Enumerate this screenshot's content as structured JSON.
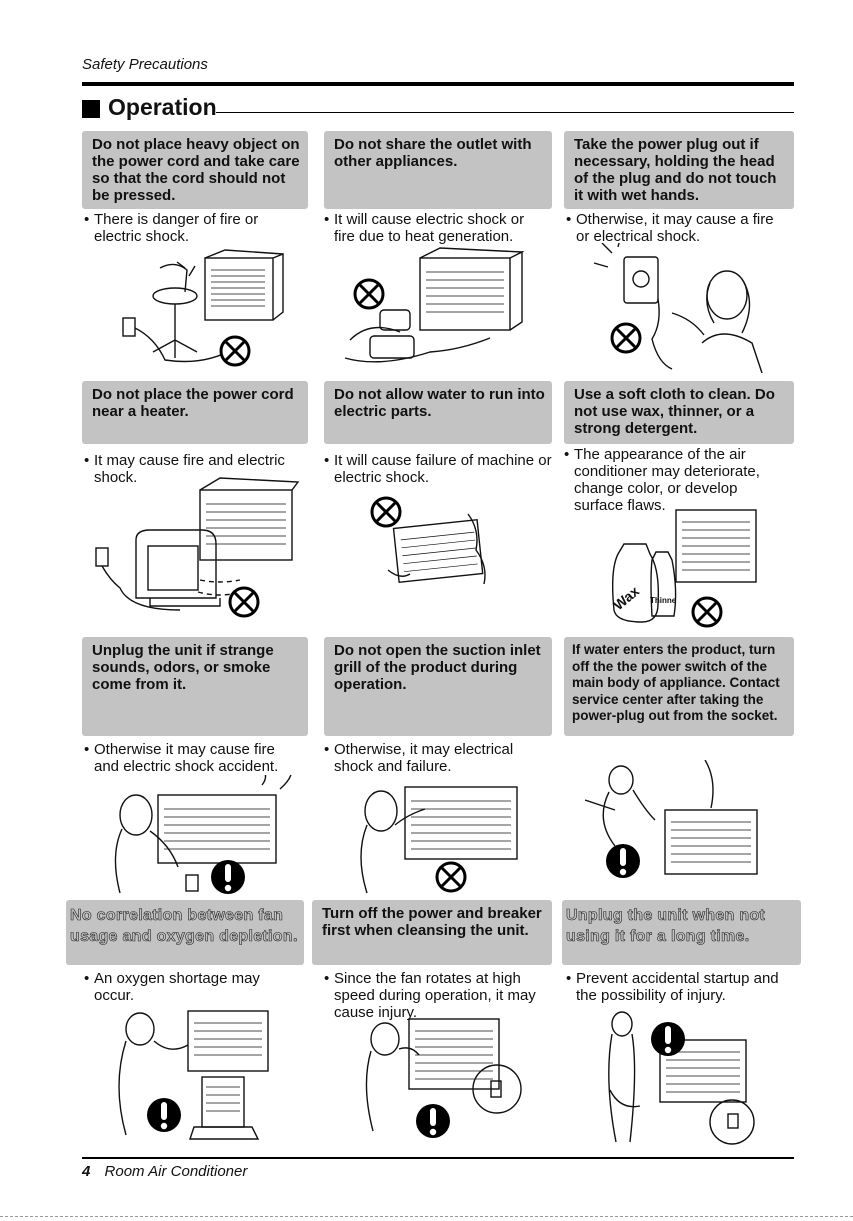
{
  "header": {
    "title": "Safety Precautions"
  },
  "section": {
    "title": "Operation"
  },
  "cards": [
    {
      "box": "Do not place heavy object on the power cord and take care so that the cord should not be pressed.",
      "desc": "There is danger of fire or electric shock.",
      "symbol": "prohibit-icon"
    },
    {
      "box": "Do not share the outlet with other appliances.",
      "desc": "It will cause electric shock or fire due to heat generation.",
      "symbol": "prohibit-icon"
    },
    {
      "box": "Take the power plug out if necessary, holding the head of the plug and do not touch it with wet hands.",
      "desc": "Otherwise, it may cause a fire or electrical shock.",
      "symbol": "prohibit-icon"
    },
    {
      "box": "Do not place the power cord near a heater.",
      "desc": "It may cause fire and electric shock.",
      "symbol": "prohibit-icon"
    },
    {
      "box": "Do not allow water to run into electric parts.",
      "desc": "It will cause failure of machine or electric shock.",
      "symbol": "prohibit-icon"
    },
    {
      "box": "Use a soft cloth to clean. Do not use wax, thinner, or a strong detergent.",
      "desc": "The appearance of the air conditioner may deteriorate, change color, or develop surface flaws.",
      "symbol": "prohibit-icon",
      "illustration_text": [
        "Wax",
        "Thinner"
      ]
    },
    {
      "box": "Unplug the unit if strange sounds, odors, or smoke come from it.",
      "desc": "Otherwise it may cause fire and electric shock accident.",
      "symbol": "warning-icon"
    },
    {
      "box": "Do not open the suction inlet grill of the product during operation.",
      "desc": "Otherwise, it may electrical shock and failure.",
      "symbol": "prohibit-icon"
    },
    {
      "box": "If water enters the product, turn off the the power switch of the main body of appliance. Contact service center after taking the power-plug out from the socket.",
      "desc": "",
      "symbol": "warning-icon"
    },
    {
      "box": "No correlation between fan usage and oxygen depletion.",
      "desc": "An oxygen shortage may occur.",
      "symbol": "warning-icon"
    },
    {
      "box": "Turn off the power and breaker first when cleansing the unit.",
      "desc": "Since the fan rotates at high speed during operation, it may cause injury.",
      "symbol": "warning-icon"
    },
    {
      "box": "Unplug the unit when not using it for a long time.",
      "desc": "Prevent accidental startup and the possibility of injury.",
      "symbol": "warning-icon"
    }
  ],
  "footer": {
    "page_number": "4",
    "doc_title": "Room Air Conditioner"
  }
}
